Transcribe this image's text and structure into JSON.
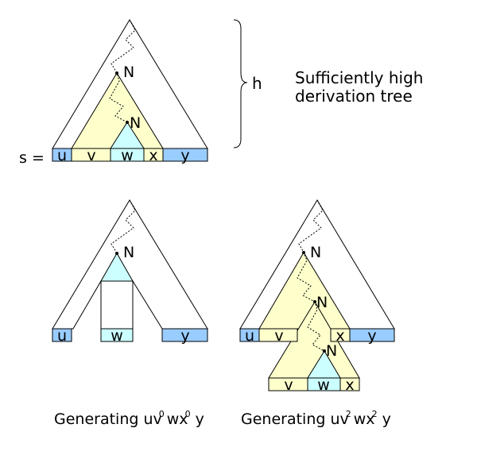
{
  "diagram": {
    "top": {
      "string_prefix": "s =",
      "segments": [
        "u",
        "v",
        "w",
        "x",
        "y"
      ],
      "nodes": [
        "N",
        "N"
      ],
      "height_label": "h",
      "caption_line1": "Sufficiently high",
      "caption_line2": "derivation tree"
    },
    "bottom_left": {
      "segments": [
        "u",
        "w",
        "y"
      ],
      "node": "N",
      "caption_text": "Generating uv",
      "caption_exp1": "0",
      "caption_mid": "wx",
      "caption_exp2": "0",
      "caption_end": "y"
    },
    "bottom_right": {
      "segments_row1": [
        "u",
        "v",
        "x",
        "y"
      ],
      "segments_row2": [
        "v",
        "w",
        "x"
      ],
      "nodes": [
        "N",
        "N",
        "N"
      ],
      "caption_text": "Generating uv",
      "caption_exp1": "2",
      "caption_mid": "wx",
      "caption_exp2": "2",
      "caption_end": "y"
    },
    "colors": {
      "blue": "#99ccff",
      "yellow": "#ffffcc",
      "cyan": "#ccffff",
      "stroke": "#000000"
    }
  }
}
